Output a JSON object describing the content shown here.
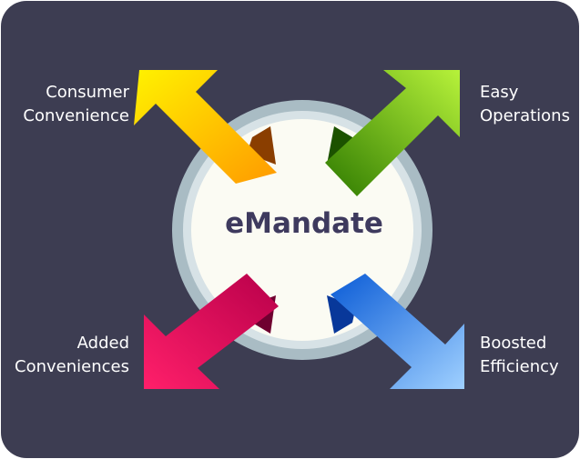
{
  "diagram": {
    "center_label": "eMandate",
    "items": [
      {
        "id": "top-left",
        "lines": [
          "Consumer",
          "Convenience"
        ]
      },
      {
        "id": "top-right",
        "lines": [
          "Easy",
          "Operations"
        ]
      },
      {
        "id": "bottom-left",
        "lines": [
          "Added",
          "Conveniences"
        ]
      },
      {
        "id": "bottom-right",
        "lines": [
          "Boosted",
          "Efficiency"
        ]
      }
    ]
  },
  "colors": {
    "background": "#3d3d52",
    "hub_fill": "#fbfbf3",
    "hub_ring": "#a9bcc4",
    "title_text": "#3e3a5e",
    "arrow_consumer": [
      "#fff200",
      "#ff9a00"
    ],
    "arrow_easy": [
      "#b7f23a",
      "#2e7a00"
    ],
    "arrow_added": [
      "#ff1f6a",
      "#b8004a"
    ],
    "arrow_boosted": [
      "#9fd0ff",
      "#0a5bd6"
    ]
  }
}
